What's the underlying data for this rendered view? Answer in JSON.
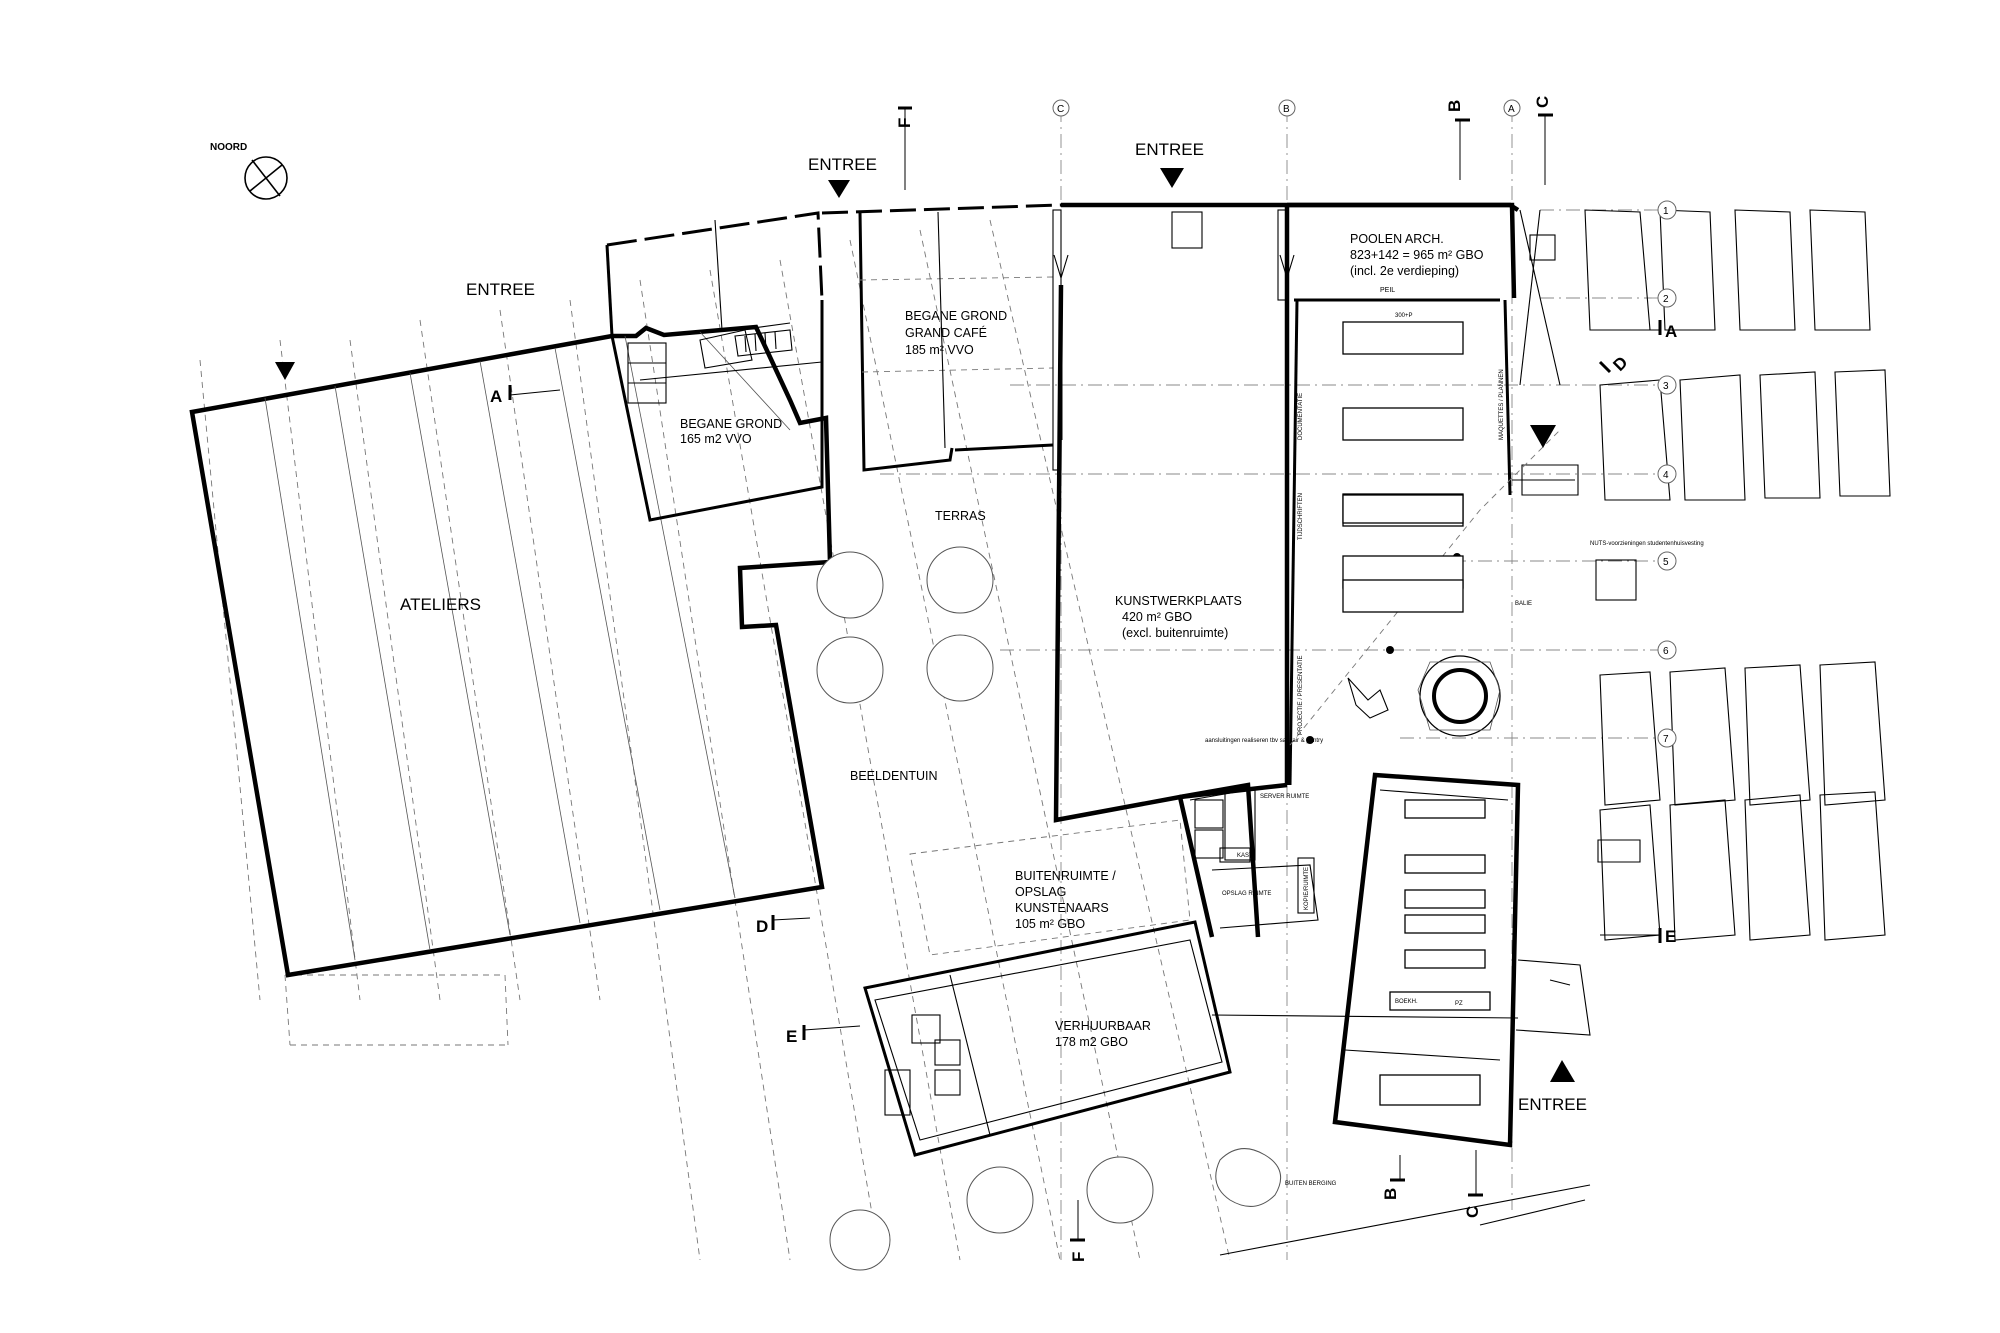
{
  "north": {
    "label": "NOORD"
  },
  "entrances": {
    "label": "ENTREE"
  },
  "rooms": {
    "ateliers": "ATELIERS",
    "begane1_title": "BEGANE GROND",
    "begane1_area": "165 m2 VVO",
    "begane2_title": "BEGANE GROND",
    "begane2_sub": "GRAND CAFÉ",
    "begane2_area": "185 m² VVO",
    "terras": "TERRAS",
    "beeldentuin": "BEELDENTUIN",
    "kunst_title": "KUNSTWERKPLAATS",
    "kunst_area": "420 m² GBO",
    "kunst_note": "(excl. buitenruimte)",
    "kunst_small": "aansluitingen realiseren tbv sanitair & pantry",
    "poolen_title": "POOLEN ARCH.",
    "poolen_area": "823+142 = 965 m² GBO",
    "poolen_note": "(incl. 2e verdieping)",
    "peil": "PEIL",
    "table_label": "300+P",
    "documentatie": "DOCUMENTATIE",
    "tijdschriften": "TIJDSCHRIFTEN",
    "projectie": "PROJECTIE / PRESENTATIE",
    "maquettes": "MAQUETTES / PLANNEN",
    "balie": "BALIE",
    "server": "SERVER RUIMTE",
    "kast": "KAST",
    "opslag": "OPSLAG RUIMTE",
    "kopie": "KOPIE/RUIMTE",
    "buiten_title": "BUITENRUIMTE /",
    "buiten_sub1": "OPSLAG",
    "buiten_sub2": "KUNSTENAARS",
    "buiten_area": "105 m² GBO",
    "verhuur_title": "VERHUURBAAR",
    "verhuur_area": "178 m2 GBO",
    "nuts": "NUTS-voorzieningen studentenhuisvesting",
    "buitenberging": "BUITEN BERGING",
    "boekh": "BOEKH.",
    "pz": "PZ"
  },
  "sections": {
    "A": "A",
    "B": "B",
    "C": "C",
    "D": "D",
    "E": "E",
    "F": "F"
  },
  "grid_axes": {
    "columns": [
      "C",
      "B",
      "A"
    ],
    "rows": [
      "1",
      "2",
      "3",
      "4",
      "5",
      "6",
      "7"
    ]
  }
}
